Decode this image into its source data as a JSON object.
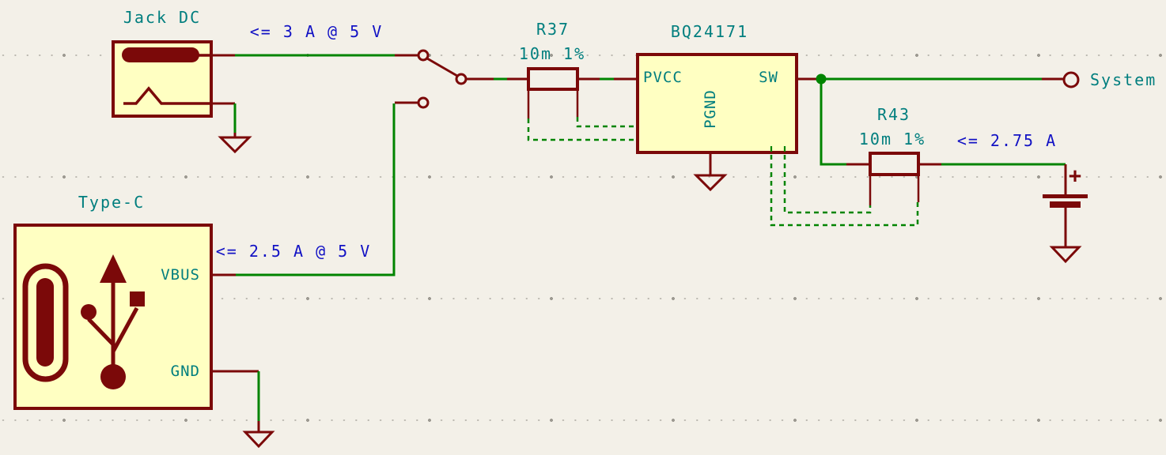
{
  "colors": {
    "bg": "#F3F0E8",
    "outline": "#7B0909",
    "fill": "#FFFFC2",
    "wire": "#008400",
    "text": "#007E7E",
    "note": "#1212C4",
    "grid": "#BBB8B0",
    "grid2": "#9D9A92"
  },
  "components": {
    "jack": {
      "label": "Jack DC"
    },
    "typec": {
      "label": "Type-C",
      "pin_vbus": "VBUS",
      "pin_gnd": "GND"
    },
    "r37": {
      "ref": "R37",
      "value": "10m 1%"
    },
    "r43": {
      "ref": "R43",
      "value": "10m 1%"
    },
    "charger": {
      "ref": "BQ24171",
      "pin_pvcc": "PVCC",
      "pin_sw": "SW",
      "pin_pgnd": "PGND"
    },
    "battery": {
      "polarity": "+"
    },
    "system_port": {
      "label": "System"
    }
  },
  "annotations": {
    "jack_limit": "<= 3 A @ 5 V",
    "typec_limit": "<= 2.5 A @ 5 V",
    "battery_limit": "<= 2.75 A"
  }
}
